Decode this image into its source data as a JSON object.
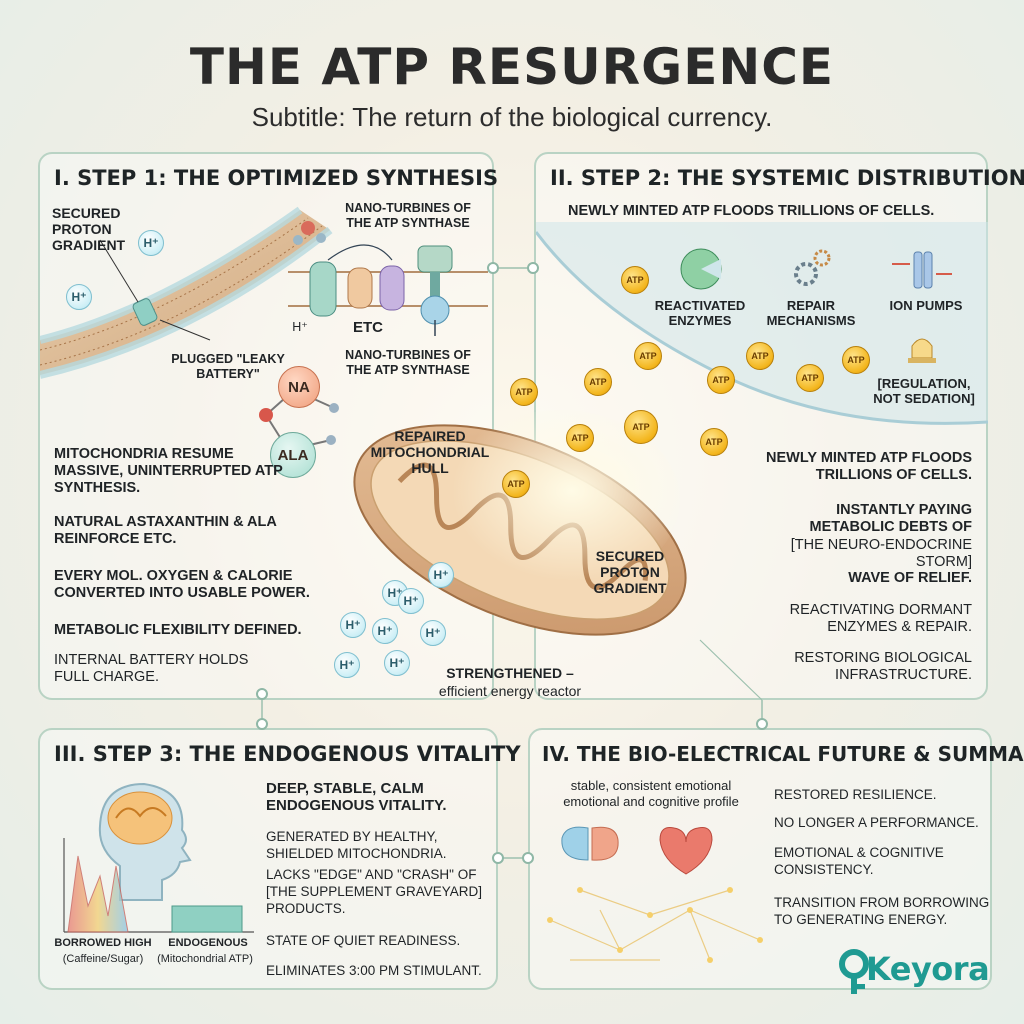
{
  "title": "THE ATP RESURGENCE",
  "subtitle": "Subtitle: The return of the biological currency.",
  "panel1": {
    "heading": "I. STEP 1: THE OPTIMIZED SYNTHESIS",
    "label_gradient": "SECURED PROTON GRADIENT",
    "label_turbines_top": "NANO-TURBINES OF THE ATP SYNTHASE",
    "label_etc": "ETC",
    "label_hplus": "H⁺",
    "label_turbines_bottom": "NANO-TURBINES OF THE ATP SYNTHASE",
    "label_plugged": "PLUGGED \"LEAKY BATTERY\"",
    "mol_na": "NA",
    "mol_ala": "ALA",
    "text1": "MITOCHONDRIA RESUME MASSIVE, UNINTERRUPTED ATP SYNTHESIS.",
    "text2": "NATURAL ASTAXANTHIN & ALA REINFORCE ETC.",
    "text3": "EVERY MOL. OXYGEN & CALORIE CONVERTED INTO USABLE POWER.",
    "text4": "METABOLIC FLEXIBILITY DEFINED.",
    "text5": "INTERNAL BATTERY HOLDS FULL CHARGE."
  },
  "panel2": {
    "heading": "II. STEP 2: THE SYSTEMIC DISTRIBUTION",
    "sub": "NEWLY MINTED ATP FLOODS TRILLIONS OF CELLS.",
    "label_enzymes": "REACTIVATED ENZYMES",
    "label_repair": "REPAIR MECHANISMS",
    "label_pumps": "ION PUMPS",
    "label_regulation": "[REGULATION, NOT SEDATION]",
    "text1": "NEWLY MINTED ATP FLOODS TRILLIONS OF CELLS.",
    "text2": "INSTANTLY PAYING METABOLIC DEBTS OF",
    "text2b": "[THE NEURO-ENDOCRINE STORM]",
    "text3": "WAVE OF RELIEF.",
    "text4": "REACTIVATING DORMANT ENZYMES & REPAIR.",
    "text5": "RESTORING BIOLOGICAL INFRASTRUCTURE."
  },
  "center": {
    "label_hull": "REPAIRED MITOCHONDRIAL HULL",
    "label_gradient": "SECURED PROTON GRADIENT",
    "label_strengthened": "STRENGTHENED –",
    "label_reactor": "efficient energy reactor",
    "atp": "ATP",
    "hplus": "H⁺"
  },
  "panel3": {
    "heading": "III. STEP 3: THE ENDOGENOUS VITALITY",
    "text1": "DEEP, STABLE, CALM ENDOGENOUS VITALITY.",
    "text2": "GENERATED BY HEALTHY, SHIELDED MITOCHONDRIA.",
    "text3": "LACKS \"EDGE\" AND \"CRASH\" OF [THE SUPPLEMENT GRAVEYARD] PRODUCTS.",
    "text4": "STATE OF QUIET READINESS.",
    "text5": "ELIMINATES 3:00 PM STIMULANT.",
    "label_borrowed": "BORROWED HIGH",
    "label_borrowed_sub": "(Caffeine/Sugar)",
    "label_endogenous": "ENDOGENOUS",
    "label_endogenous_sub": "(Mitochondrial ATP)"
  },
  "panel4": {
    "heading": "IV. THE BIO-ELECTRICAL FUTURE & SUMMARY",
    "caption": "stable, consistent emotional emotional and cognitive profile",
    "text1": "RESTORED RESILIENCE.",
    "text2": "NO LONGER A PERFORMANCE.",
    "text3": "EMOTIONAL & COGNITIVE CONSISTENCY.",
    "text4": "TRANSITION FROM BORROWING TO GENERATING ENERGY."
  },
  "brand": {
    "name": "Keyora",
    "color": "#1f9a92"
  },
  "colors": {
    "atp": "#f3b51c",
    "border": "#b9d3c4",
    "mito": "#d8a77e",
    "proton": "#cdeff6"
  }
}
